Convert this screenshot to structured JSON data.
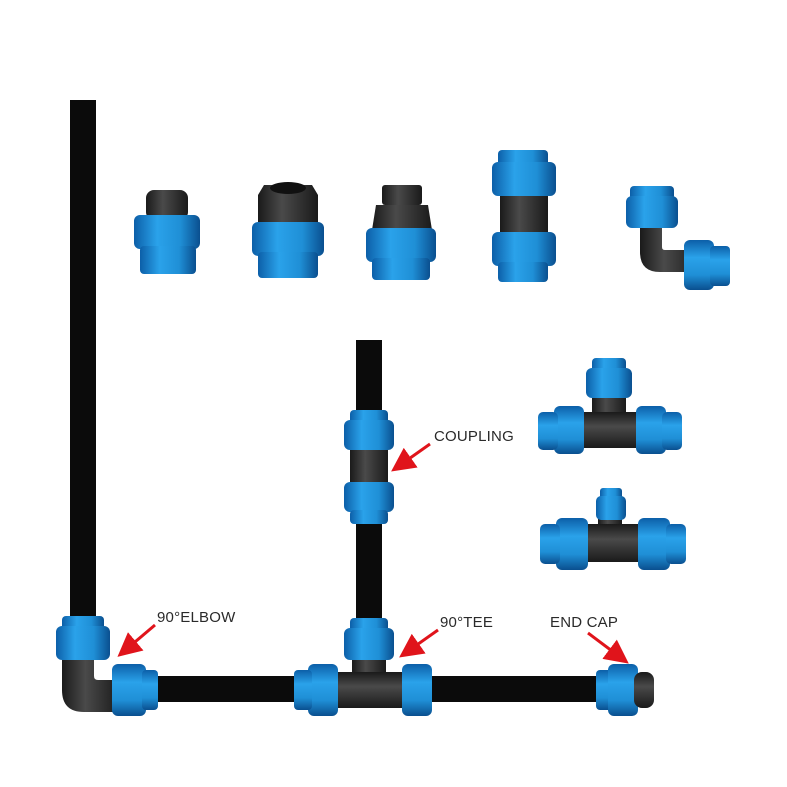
{
  "image": {
    "description": "PE compression pipe fittings product illustration",
    "background": "#ffffff",
    "colors": {
      "fitting_blue": "#1f8fd6",
      "fitting_blue_dark": "#0c5fa8",
      "pipe_black": "#0b0b0b",
      "body_gray": "#3a3a3a",
      "arrow_red": "#e0141b",
      "label_text": "#2a2a2a"
    }
  },
  "labels": {
    "coupling": "COUPLING",
    "elbow": "90°ELBOW",
    "tee": "90°TEE",
    "end_cap": "END CAP"
  },
  "top_row_products": [
    {
      "name": "end-cap"
    },
    {
      "name": "female-threaded-adapter"
    },
    {
      "name": "male-threaded-adapter"
    },
    {
      "name": "straight-coupling"
    },
    {
      "name": "90-degree-elbow"
    }
  ],
  "right_column_products": [
    {
      "name": "equal-tee"
    },
    {
      "name": "reducing-tee"
    }
  ]
}
